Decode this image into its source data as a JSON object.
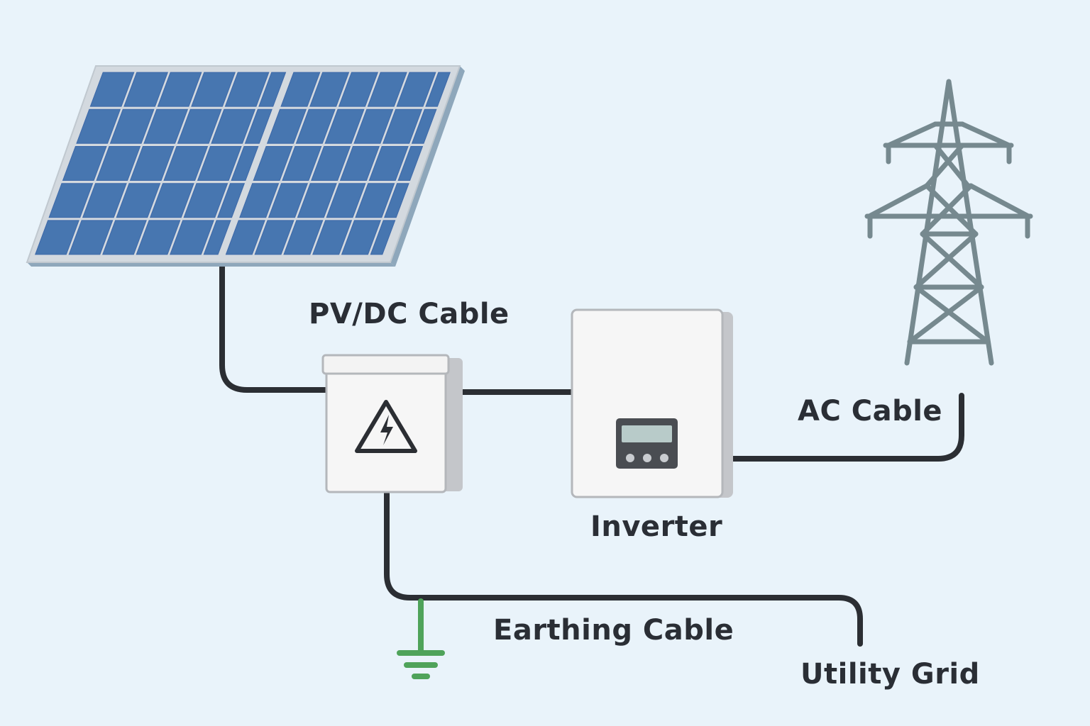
{
  "labels": {
    "pv_dc_cable": "PV/DC Cable",
    "ac_cable": "AC Cable",
    "inverter": "Inverter",
    "earthing_cable": "Earthing Cable",
    "utility_grid": "Utility Grid"
  },
  "colors": {
    "background": "#e9f3fa",
    "panel_cell": "#4776b0",
    "panel_frame": "#d3d9df",
    "cable": "#2b2e33",
    "earth": "#4fa35a",
    "tower": "#76898f",
    "box": "#f6f6f6"
  },
  "icons": {
    "warning": "high-voltage-warning-icon",
    "ground": "ground-symbol-icon",
    "tower": "transmission-tower-icon"
  }
}
